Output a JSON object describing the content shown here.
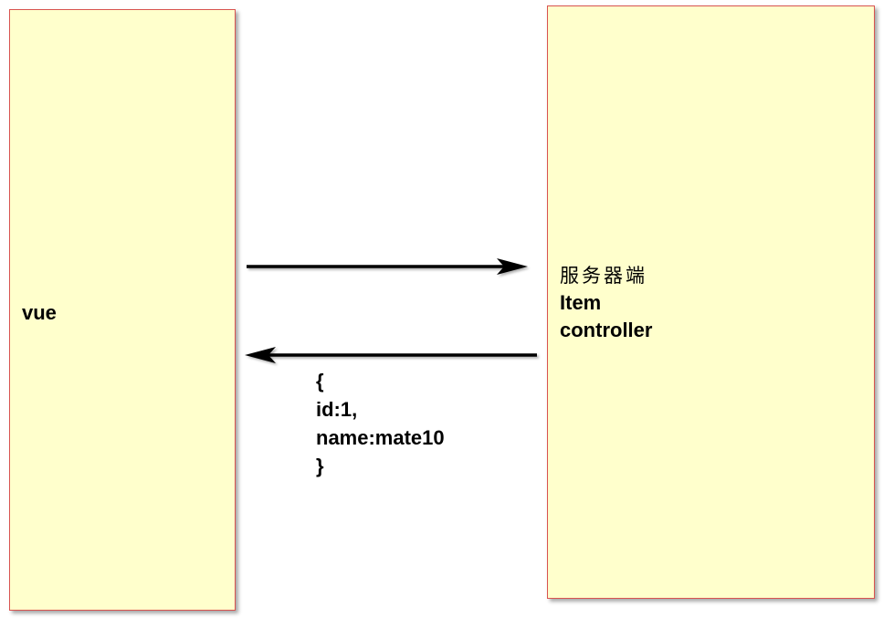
{
  "nodes": {
    "client": {
      "label": "vue"
    },
    "server": {
      "lines": [
        "服务器端",
        "Item",
        "controller"
      ]
    }
  },
  "edges": {
    "request": {
      "from": "client",
      "to": "server"
    },
    "response": {
      "from": "server",
      "to": "client",
      "payload_lines": [
        "{",
        "id:1,",
        "name:mate10",
        "}"
      ]
    }
  },
  "colors": {
    "box_fill": "#ffffcc",
    "box_border": "#d9534f",
    "arrow": "#000000"
  }
}
